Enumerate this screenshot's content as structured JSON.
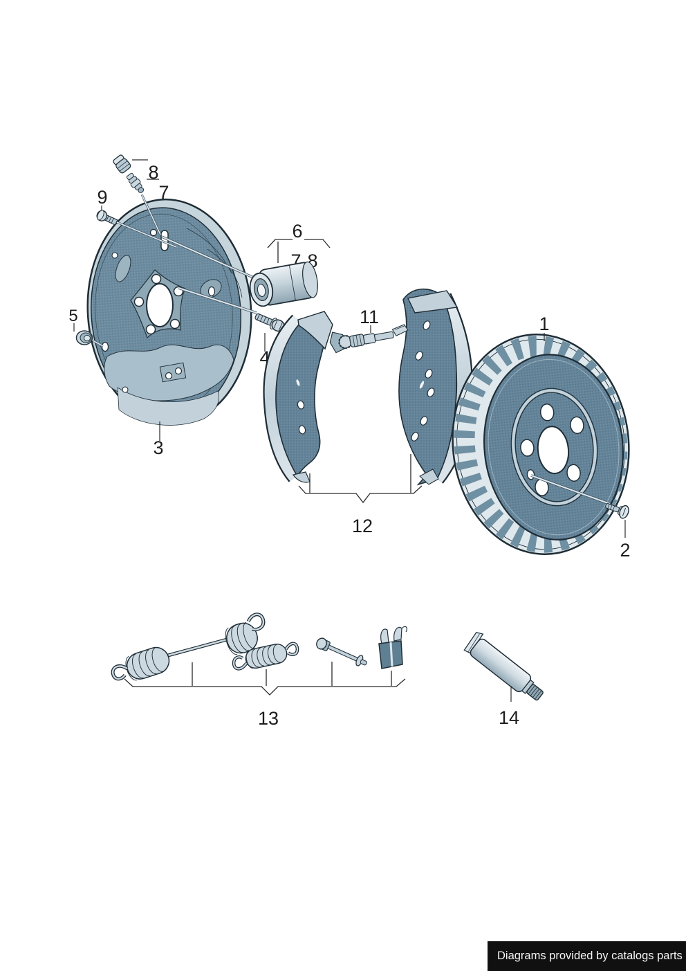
{
  "callouts": {
    "1": "1",
    "2": "2",
    "3": "3",
    "4": "4",
    "5": "5",
    "6": "6",
    "7": "7",
    "8": "8",
    "9": "9",
    "11": "11",
    "12": "12",
    "13": "13",
    "14": "14",
    "cylinder_7": "7",
    "cylinder_8": "8"
  },
  "banner": {
    "text": "Diagrams provided by catalogs parts"
  },
  "colors": {
    "outline": "#1f2d36",
    "steel_mid": "#6d8ca0",
    "steel_dark": "#5f8093",
    "steel_light": "#c3d2da",
    "steel_xlight": "#dde6eb",
    "background": "#ffffff",
    "banner_bg": "#101010",
    "banner_text": "#f5f5f5"
  }
}
